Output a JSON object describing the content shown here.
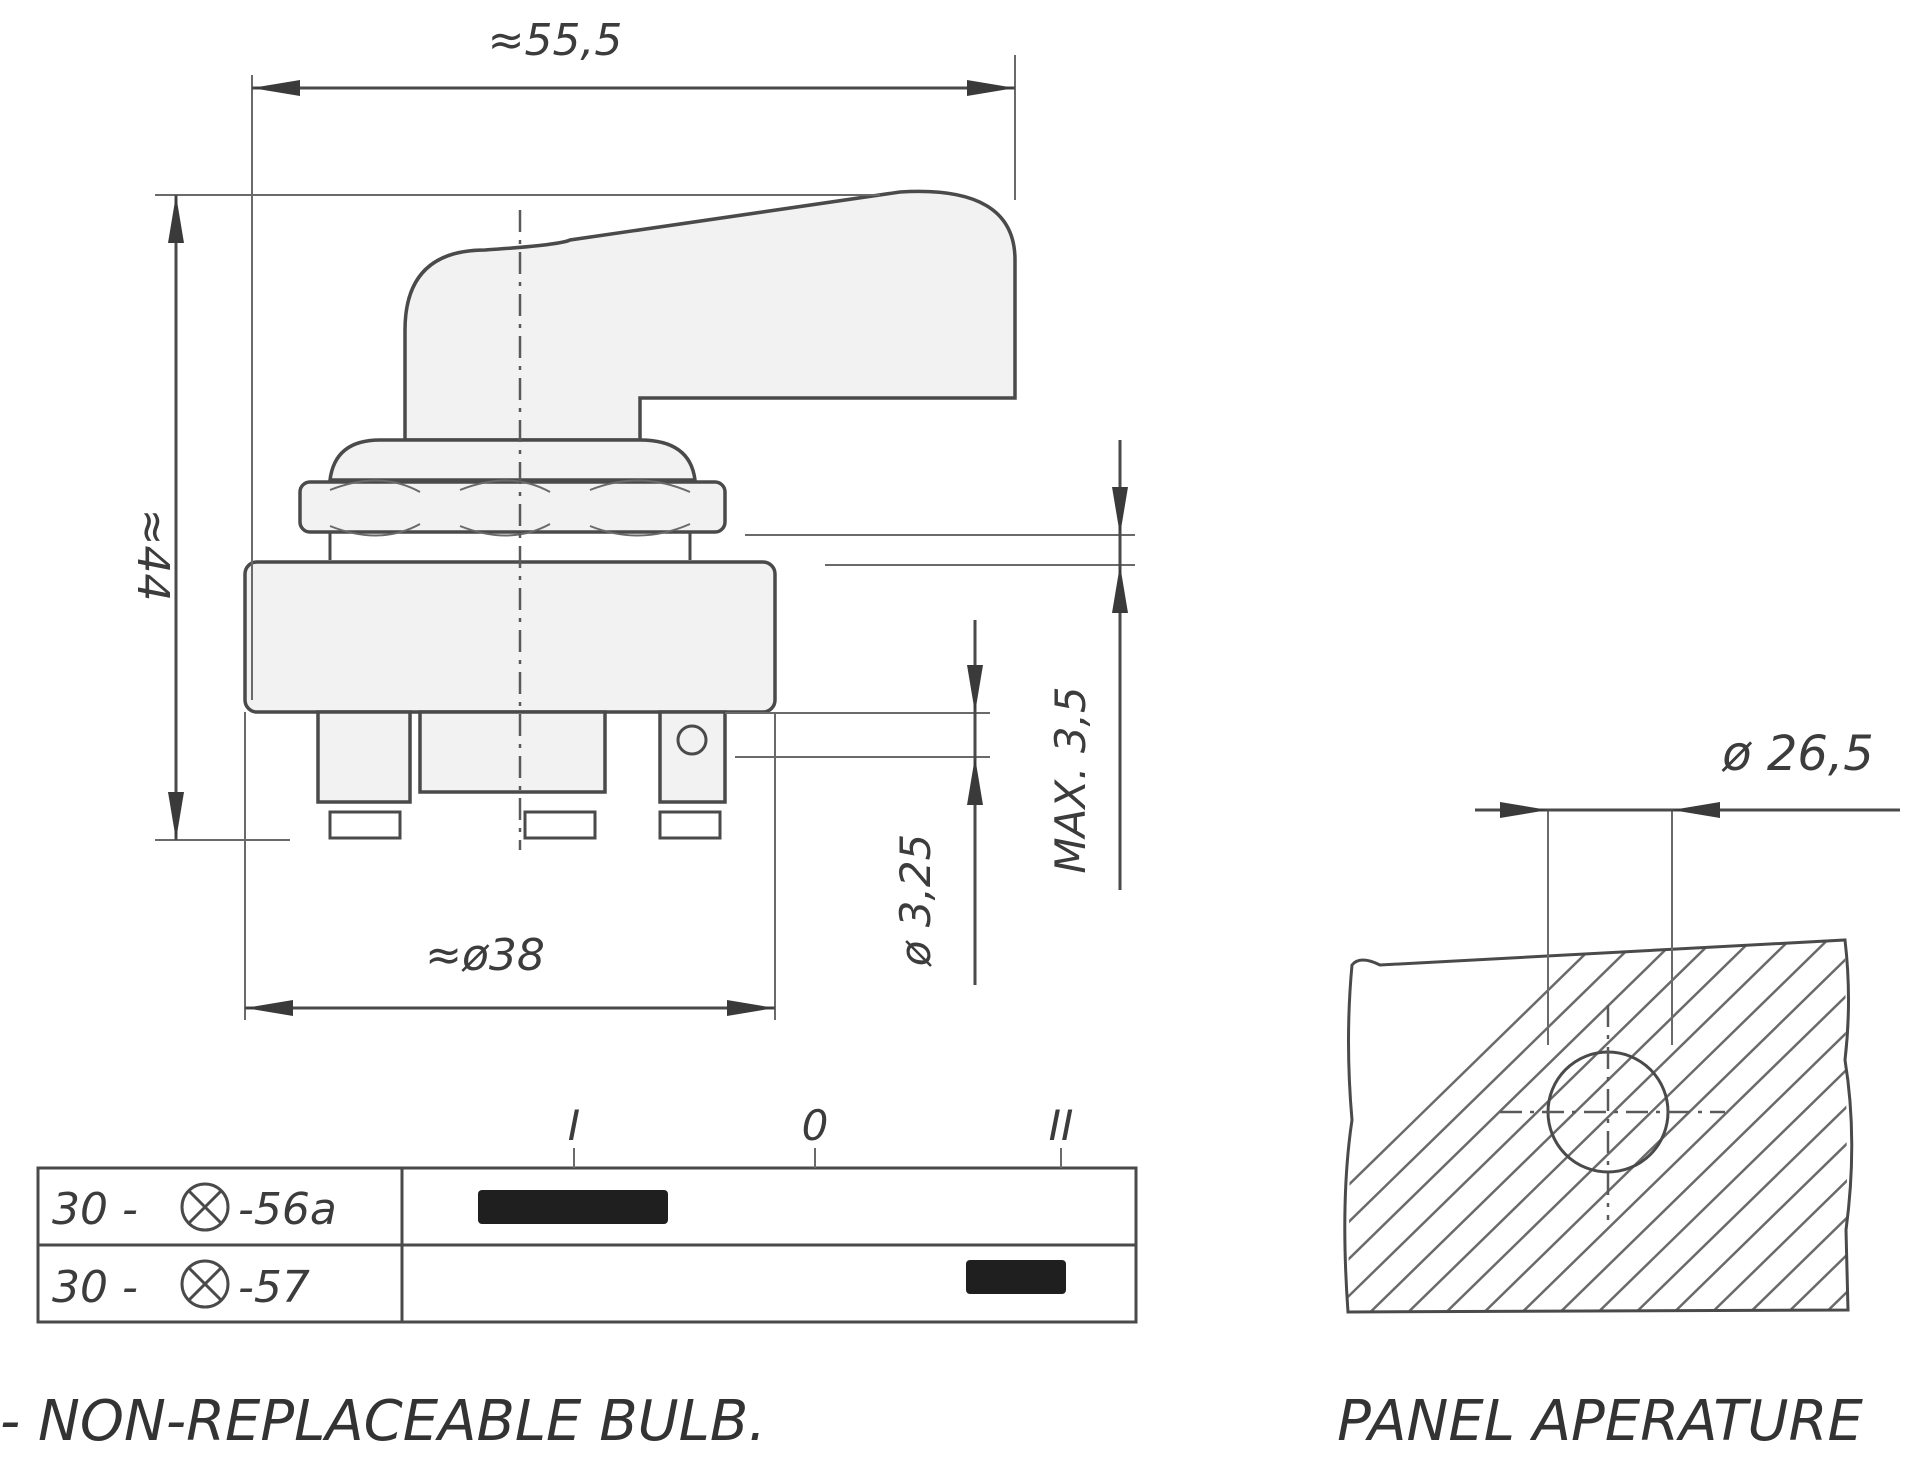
{
  "dimensions": {
    "overall_width": "≈55,5",
    "overall_height": "≈44",
    "body_diameter": "≈ø38",
    "terminal_hole": "ø 3,25",
    "panel_thickness": "MAX. 3,5",
    "panel_hole": "ø 26,5"
  },
  "switch_table": {
    "positions": [
      "I",
      "0",
      "II"
    ],
    "rows": [
      {
        "prefix": "30 -",
        "lamp_icon": "lamp-cross-icon",
        "suffix": "-56a",
        "active_positions": [
          "I"
        ]
      },
      {
        "prefix": "30 -",
        "lamp_icon": "lamp-cross-icon",
        "suffix": "-57",
        "active_positions": [
          "II"
        ]
      }
    ]
  },
  "captions": {
    "bulb_note": "- NON-REPLACEABLE BULB.",
    "panel_title": "PANEL APERATURE"
  }
}
